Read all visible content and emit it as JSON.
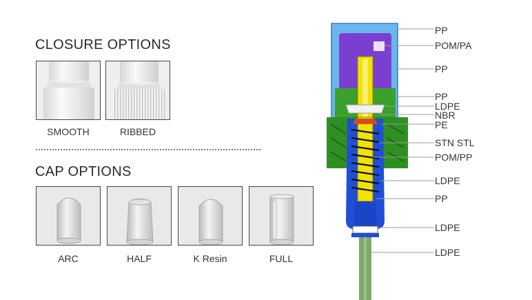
{
  "closure": {
    "title": "CLOSURE OPTIONS",
    "options": [
      {
        "label": "SMOOTH"
      },
      {
        "label": "RIBBED"
      }
    ]
  },
  "cap": {
    "title": "CAP OPTIONS",
    "options": [
      {
        "label": "ARC"
      },
      {
        "label": "HALF"
      },
      {
        "label": "K Resin"
      },
      {
        "label": "FULL"
      }
    ]
  },
  "parts": [
    "PP",
    "POM/PA",
    "PP",
    "PP",
    "LDPE",
    "NBR",
    "PE",
    "STN STL",
    "POM/PP",
    "LDPE",
    "PP",
    "LDPE",
    "LDPE"
  ],
  "colors": {
    "cap_blue": "#4aa8e8",
    "purple": "#7b3fd0",
    "yellow": "#f2e200",
    "green": "#3aa12c",
    "body_blue": "#1f4fd6",
    "tube": "#7faa6a"
  }
}
